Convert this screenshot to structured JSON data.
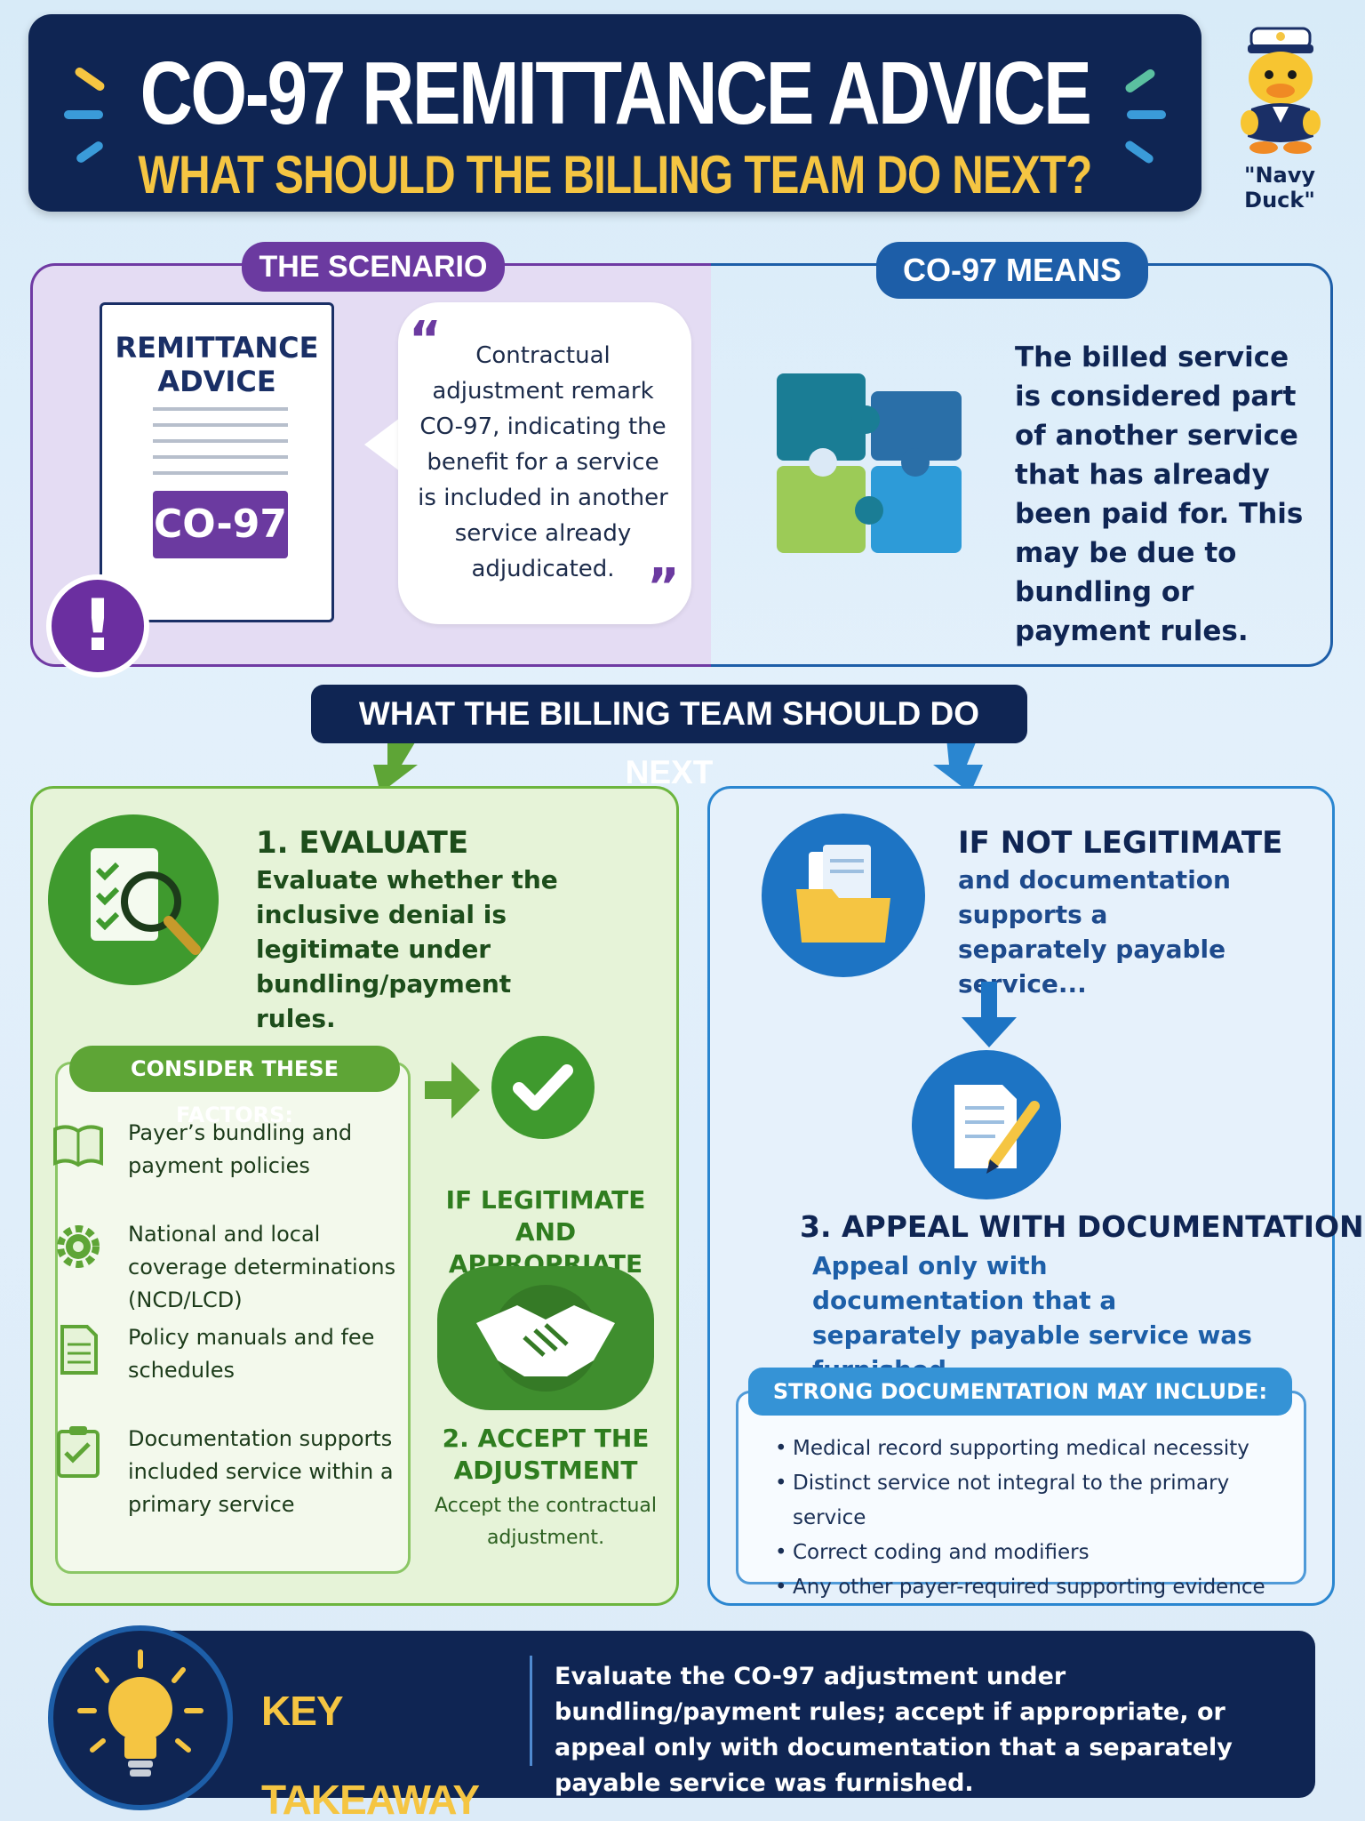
{
  "header": {
    "title": "CO-97 REMITTANCE ADVICE",
    "subtitle": "WHAT SHOULD THE BILLING TEAM DO NEXT?",
    "mascot_caption": "\"Navy Duck\""
  },
  "scenario": {
    "label": "THE SCENARIO",
    "doc_title": "REMITTANCE ADVICE",
    "doc_code": "CO-97",
    "alert_symbol": "!",
    "quote_open": "“",
    "quote_close": "”",
    "quote_text": "Contractual adjustment remark CO-97, indicating the benefit for a service is included in another service already adjudicated."
  },
  "means": {
    "label": "CO-97 MEANS",
    "text": "The billed service is considered part of another service that has already been paid for. This may be due to bundling or payment rules."
  },
  "next": {
    "label": "WHAT THE BILLING TEAM SHOULD DO NEXT"
  },
  "evaluate": {
    "title": "1. EVALUATE",
    "text": "Evaluate whether the inclusive denial is legitimate under bundling/payment rules.",
    "factors_label": "CONSIDER THESE FACTORS:",
    "factors": [
      {
        "icon": "book-icon",
        "text": "Payer’s bundling and payment policies"
      },
      {
        "icon": "gear-icon",
        "text": "National and local coverage determinations (NCD/LCD)"
      },
      {
        "icon": "document-icon",
        "text": "Policy manuals and fee schedules"
      },
      {
        "icon": "clipboard-check-icon",
        "text": "Documentation supports included service within a primary service"
      }
    ]
  },
  "accept": {
    "legit_title": "IF LEGITIMATE AND APPROPRIATE",
    "title": "2. ACCEPT THE ADJUSTMENT",
    "text": "Accept the contractual adjustment."
  },
  "not_legit": {
    "title": "IF NOT LEGITIMATE",
    "text": "and documentation supports a separately payable service..."
  },
  "appeal": {
    "title": "3. APPEAL WITH DOCUMENTATION",
    "text": "Appeal only with documentation that a separately payable service was furnished.",
    "strong_label": "STRONG DOCUMENTATION MAY INCLUDE:",
    "items": [
      "Medical record supporting medical necessity",
      "Distinct service not integral to the primary service",
      "Correct coding and modifiers",
      "Any other payer-required supporting evidence"
    ]
  },
  "takeaway": {
    "label": "KEY TAKEAWAY",
    "text": "Evaluate the CO-97 adjustment under bundling/payment rules; accept if appropriate, or appeal only with documentation that a separately payable service was furnished."
  },
  "colors": {
    "navy": "#0f2553",
    "gold": "#f5c542",
    "purple": "#6b3aa0",
    "green": "#5ea536",
    "blue": "#2a86d0"
  }
}
